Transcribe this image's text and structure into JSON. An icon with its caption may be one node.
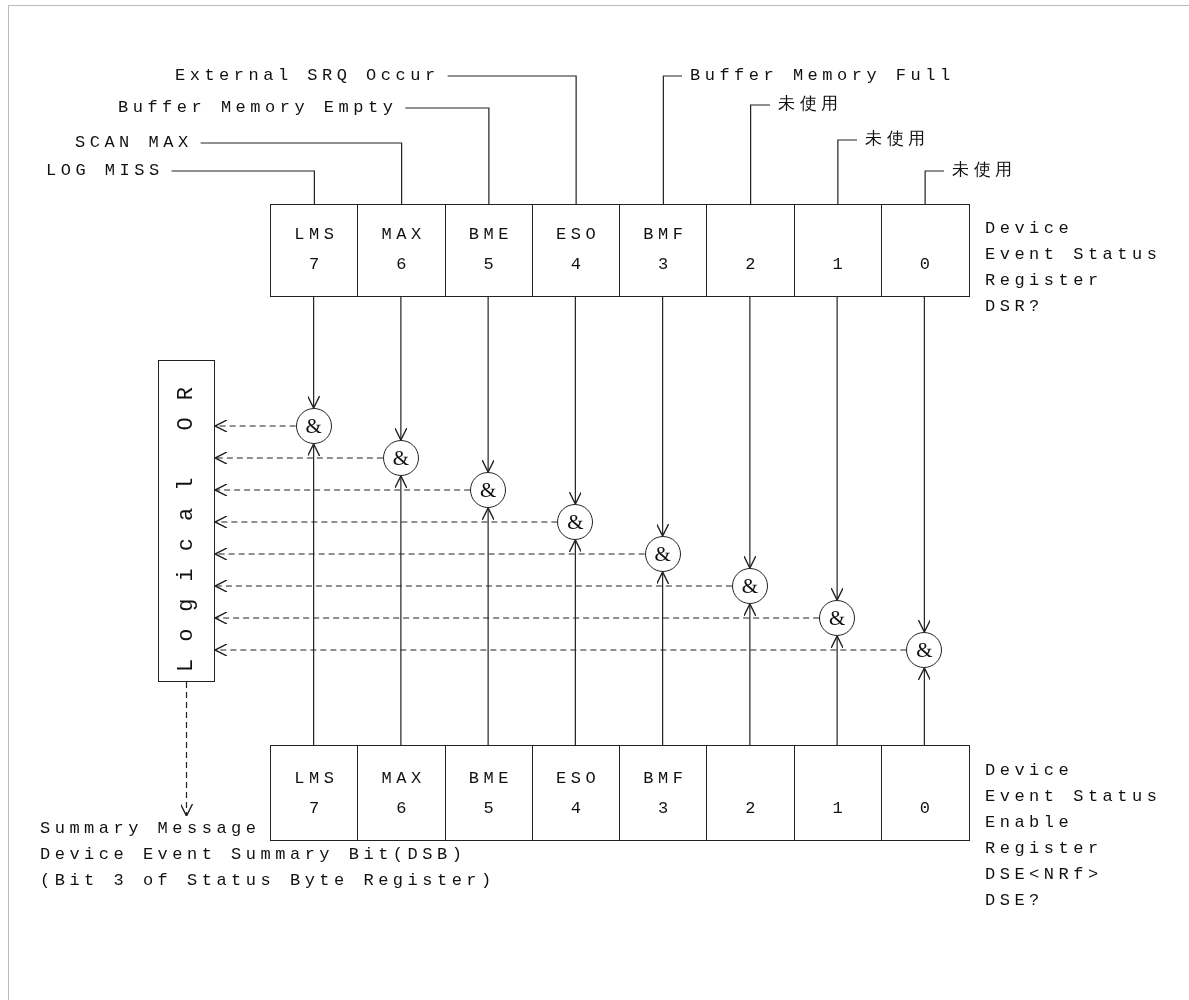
{
  "diagram": {
    "nodes": [
      {
        "text": [
          "LOG MISS"
        ]
      },
      {
        "text": [
          "SCAN MAX"
        ]
      },
      {
        "text": [
          "Buffer Memory Empty"
        ]
      },
      {
        "text": [
          "External SRQ Occur"
        ]
      },
      {
        "text": [
          "Buffer Memory Full"
        ]
      },
      {
        "text": [
          "未使用"
        ]
      },
      {
        "text": [
          "未使用"
        ]
      },
      {
        "text": [
          "未使用"
        ]
      },
      {
        "text": [
          "LMS",
          "7"
        ]
      },
      {
        "text": [
          "MAX",
          "6"
        ]
      },
      {
        "text": [
          "BME",
          "5"
        ]
      },
      {
        "text": [
          "ESO",
          "4"
        ]
      },
      {
        "text": [
          "BMF",
          "3"
        ]
      },
      {
        "text": [
          "2"
        ]
      },
      {
        "text": [
          "1"
        ]
      },
      {
        "text": [
          "0"
        ]
      },
      {
        "text": [
          "Logical OR"
        ]
      },
      {
        "text": [
          "&"
        ]
      },
      {
        "text": [
          "&"
        ]
      },
      {
        "text": [
          "&"
        ]
      },
      {
        "text": [
          "&"
        ]
      },
      {
        "text": [
          "&"
        ]
      },
      {
        "text": [
          "&"
        ]
      },
      {
        "text": [
          "&"
        ]
      },
      {
        "text": [
          "&"
        ]
      },
      {
        "text": [
          "LMS",
          "7"
        ]
      },
      {
        "text": [
          "MAX",
          "6"
        ]
      },
      {
        "text": [
          "BME",
          "5"
        ]
      },
      {
        "text": [
          "ESO",
          "4"
        ]
      },
      {
        "text": [
          "BMF",
          "3"
        ]
      },
      {
        "text": [
          "2"
        ]
      },
      {
        "text": [
          "1"
        ]
      },
      {
        "text": [
          "0"
        ]
      },
      {
        "text": [
          "Summary Message",
          "Device Event Summary Bit(DSB)",
          "(Bit 3 of Status Byte Register)"
        ]
      }
    ],
    "edges": [
      {
        "from": 0,
        "to": 8,
        "arrow": "none"
      },
      {
        "from": 1,
        "to": 9,
        "arrow": "none"
      },
      {
        "from": 2,
        "to": 10,
        "arrow": "none"
      },
      {
        "from": 3,
        "to": 11,
        "arrow": "none"
      },
      {
        "from": 4,
        "to": 12,
        "arrow": "none"
      },
      {
        "from": 5,
        "to": 13,
        "arrow": "none"
      },
      {
        "from": 6,
        "to": 14,
        "arrow": "none"
      },
      {
        "from": 7,
        "to": 15,
        "arrow": "none"
      },
      {
        "from": 8,
        "to": 17,
        "arrow": "to"
      },
      {
        "from": 9,
        "to": 18,
        "arrow": "to"
      },
      {
        "from": 10,
        "to": 19,
        "arrow": "to"
      },
      {
        "from": 11,
        "to": 20,
        "arrow": "to"
      },
      {
        "from": 12,
        "to": 21,
        "arrow": "to"
      },
      {
        "from": 13,
        "to": 22,
        "arrow": "to"
      },
      {
        "from": 14,
        "to": 23,
        "arrow": "to"
      },
      {
        "from": 15,
        "to": 24,
        "arrow": "to"
      },
      {
        "from": 25,
        "to": 17,
        "arrow": "to"
      },
      {
        "from": 26,
        "to": 18,
        "arrow": "to"
      },
      {
        "from": 27,
        "to": 19,
        "arrow": "to"
      },
      {
        "from": 28,
        "to": 20,
        "arrow": "to"
      },
      {
        "from": 29,
        "to": 21,
        "arrow": "to"
      },
      {
        "from": 30,
        "to": 22,
        "arrow": "to"
      },
      {
        "from": 31,
        "to": 23,
        "arrow": "to"
      },
      {
        "from": 32,
        "to": 24,
        "arrow": "to"
      },
      {
        "from": 17,
        "to": 16,
        "arrow": "to",
        "style": "dashed"
      },
      {
        "from": 18,
        "to": 16,
        "arrow": "to",
        "style": "dashed"
      },
      {
        "from": 19,
        "to": 16,
        "arrow": "to",
        "style": "dashed"
      },
      {
        "from": 20,
        "to": 16,
        "arrow": "to",
        "style": "dashed"
      },
      {
        "from": 21,
        "to": 16,
        "arrow": "to",
        "style": "dashed"
      },
      {
        "from": 22,
        "to": 16,
        "arrow": "to",
        "style": "dashed"
      },
      {
        "from": 23,
        "to": 16,
        "arrow": "to",
        "style": "dashed"
      },
      {
        "from": 24,
        "to": 16,
        "arrow": "to",
        "style": "dashed"
      },
      {
        "from": 16,
        "to": 33,
        "arrow": "to",
        "style": "dashed"
      }
    ],
    "labels": [
      "Device",
      "Event Status",
      "Register",
      "DSR?",
      "Device",
      "Event Status",
      "Enable",
      "Register",
      "DSE<NRf>",
      "DSE?"
    ]
  }
}
